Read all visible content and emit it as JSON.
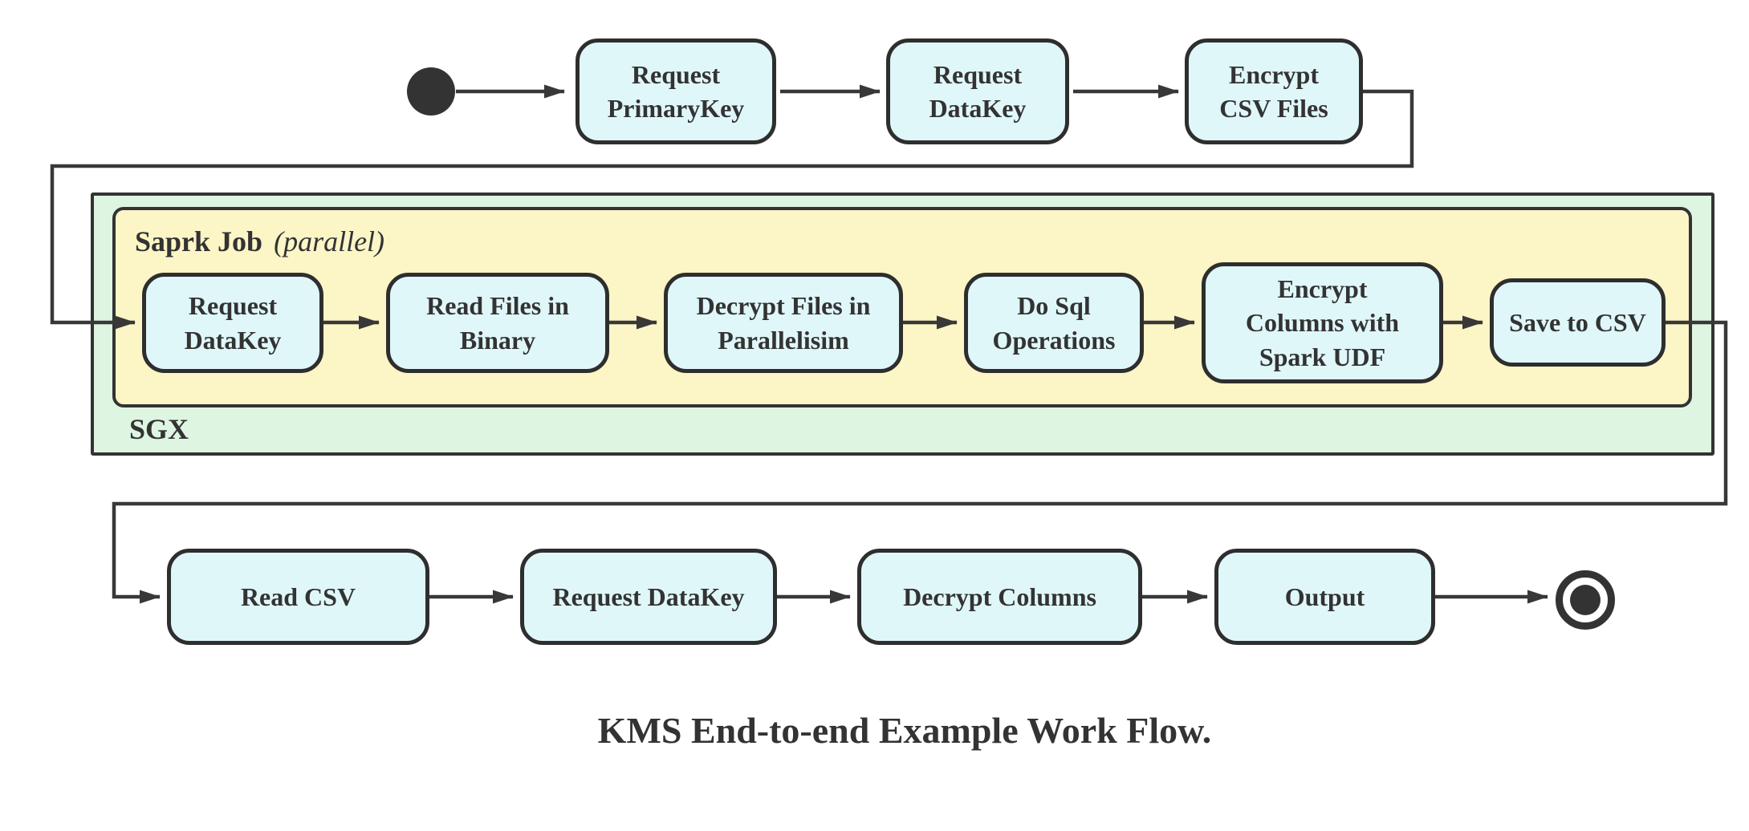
{
  "title": "KMS End-to-end Example Work Flow.",
  "colors": {
    "node_fill": "#e0f7fa",
    "sgx_container_fill": "#def5e2",
    "spark_container_fill": "#fcf5c6",
    "stroke": "#333333"
  },
  "containers": {
    "sgx": {
      "label": "SGX"
    },
    "spark_job": {
      "label": "Saprk Job",
      "annotation": "(parallel)"
    }
  },
  "top_row": [
    {
      "label": "Request\nPrimaryKey"
    },
    {
      "label": "Request\nDataKey"
    },
    {
      "label": "Encrypt\nCSV Files"
    }
  ],
  "spark_row": [
    {
      "label": "Request\nDataKey"
    },
    {
      "label": "Read Files in\nBinary"
    },
    {
      "label": "Decrypt Files in\nParallelisim"
    },
    {
      "label": "Do Sql\nOperations"
    },
    {
      "label": "Encrypt\nColumns with\nSpark UDF"
    },
    {
      "label": "Save to CSV"
    }
  ],
  "bottom_row": [
    {
      "label": "Read CSV"
    },
    {
      "label": "Request DataKey"
    },
    {
      "label": "Decrypt Columns"
    },
    {
      "label": "Output"
    }
  ]
}
